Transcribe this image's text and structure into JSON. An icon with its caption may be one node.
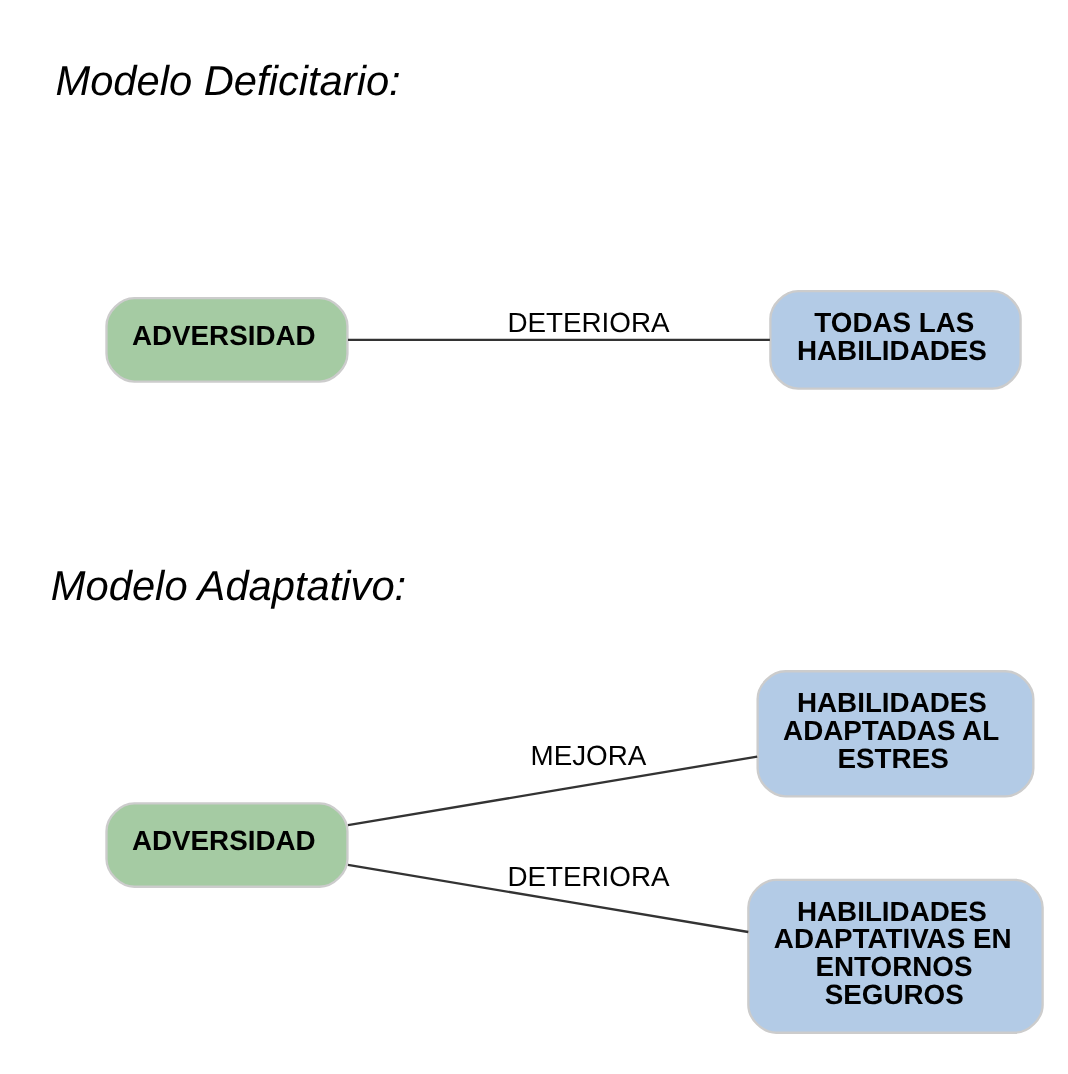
{
  "diagram": {
    "nodes": [
      {
        "text": [
          "ADVERSIDAD"
        ]
      },
      {
        "text": [
          "TODAS LAS HABILIDADES"
        ]
      },
      {
        "text": [
          "ADVERSIDAD"
        ]
      },
      {
        "text": [
          "HABILIDADES ADAPTADAS AL ESTRES"
        ]
      },
      {
        "text": [
          "HABILIDADES ADAPTATIVAS EN ENTORNOS SEGUROS"
        ]
      }
    ],
    "edges": [
      {
        "from": 0,
        "to": 1,
        "arrow": "none",
        "label": "DETERIORA"
      },
      {
        "from": 2,
        "to": 3,
        "arrow": "none",
        "label": "MEJORA"
      },
      {
        "from": 2,
        "to": 4,
        "arrow": "none",
        "label": "DETERIORA"
      }
    ],
    "labels": [
      "Modelo Deficitario:",
      "Modelo Adaptativo:"
    ]
  }
}
